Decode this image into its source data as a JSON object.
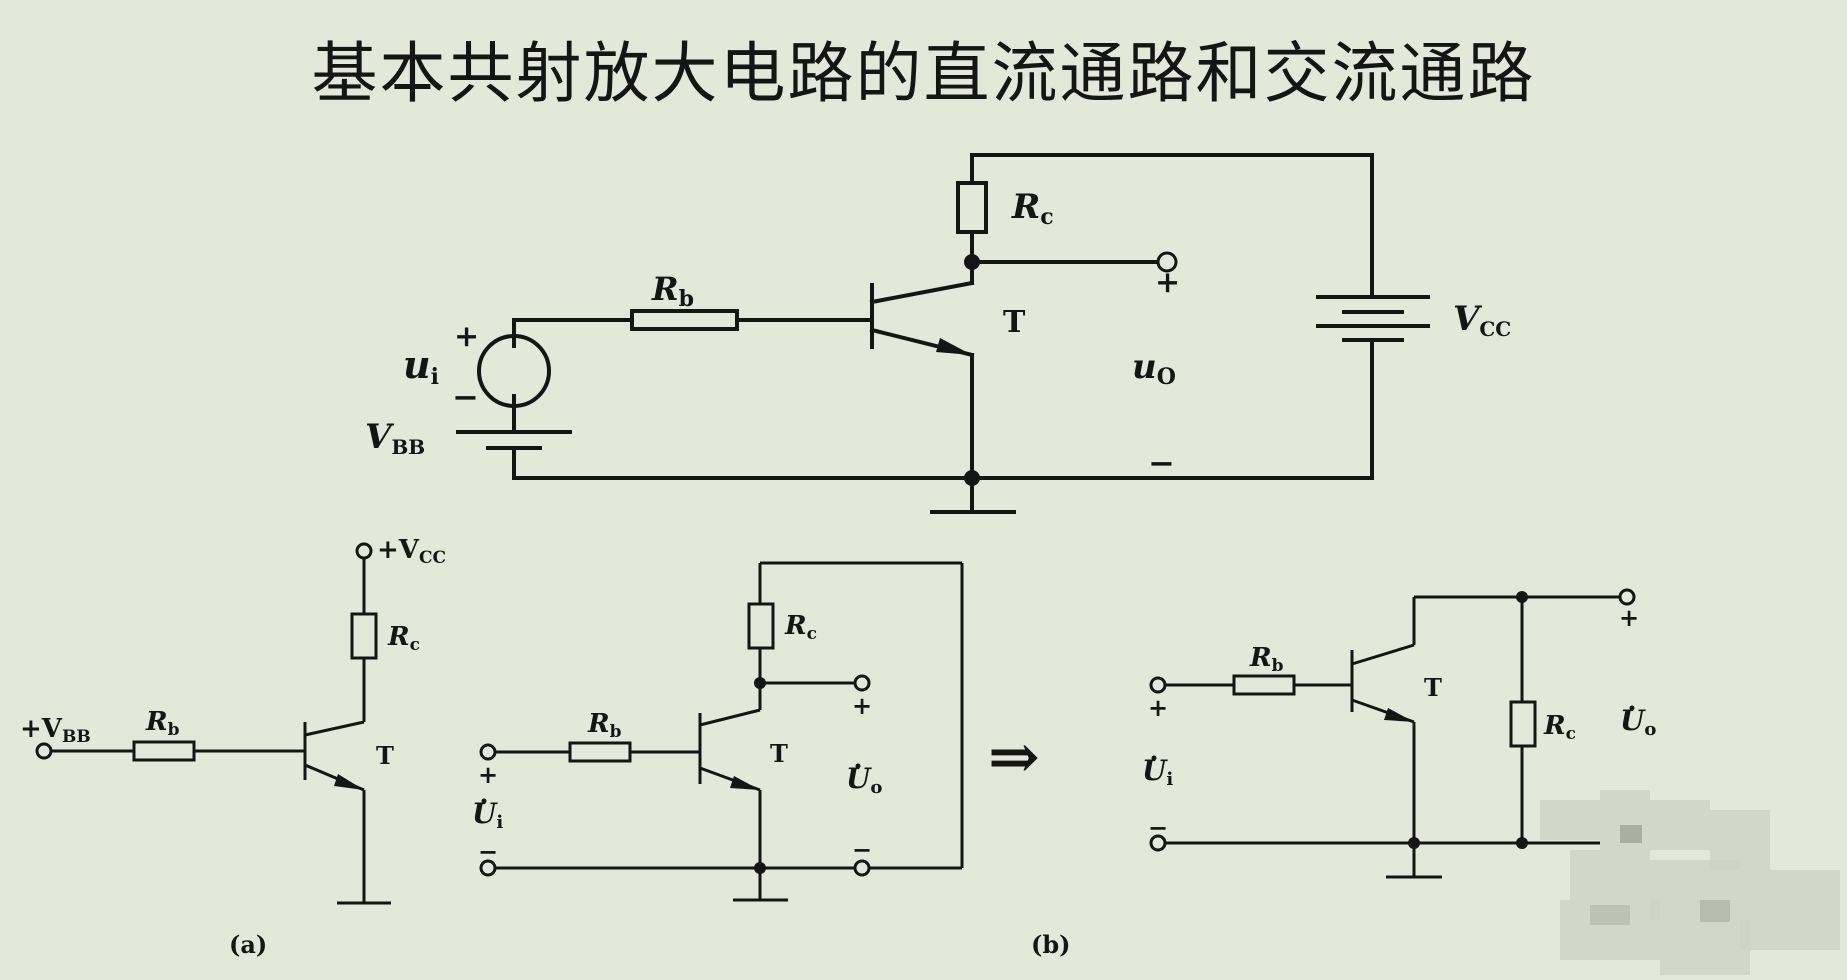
{
  "title": "基本共射放大电路的直流通路和交流通路",
  "top": {
    "Rb": "R",
    "Rb_sub": "b",
    "Rc": "R",
    "Rc_sub": "c",
    "T": "T",
    "ui": "u",
    "ui_sub": "i",
    "uo": "u",
    "uo_sub": "O",
    "VBB": "V",
    "VBB_sub": "BB",
    "VCC": "V",
    "VCC_sub": "CC",
    "plus": "+",
    "minus": "−"
  },
  "fig_a": {
    "vcc": "+V",
    "vcc_sub": "CC",
    "vbb": "+V",
    "vbb_sub": "BB",
    "Rc": "R",
    "Rc_sub": "c",
    "Rb": "R",
    "Rb_sub": "b",
    "T": "T",
    "caption": "(a)"
  },
  "fig_b": {
    "Rc": "R",
    "Rc_sub": "c",
    "Rb": "R",
    "Rb_sub": "b",
    "T": "T",
    "Ui": "U",
    "Ui_sub": "i",
    "Uo": "U",
    "Uo_sub": "o",
    "plus": "+",
    "minus": "−",
    "caption": "(b)"
  },
  "fig_b2": {
    "Rb": "R",
    "Rb_sub": "b",
    "Rc": "R",
    "Rc_sub": "c",
    "T": "T",
    "Ui": "U",
    "Ui_sub": "i",
    "Uo": "U",
    "Uo_sub": "o",
    "plus": "+",
    "minus": "−"
  },
  "arrow_symbol": "⇒"
}
